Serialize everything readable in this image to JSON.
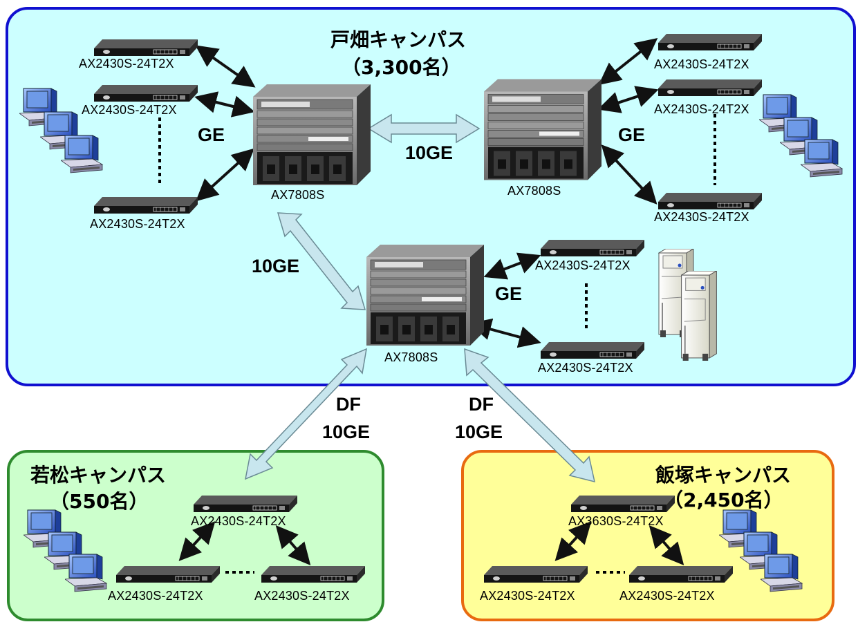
{
  "campuses": {
    "tobata": {
      "name": "戸畑キャンパス",
      "count": "（3,300名）",
      "color": "#1010d0",
      "fill": "#ccffff"
    },
    "wakamatsu": {
      "name": "若松キャンパス",
      "count": "（550名）",
      "color": "#2e8b2e",
      "fill": "#ccffcc"
    },
    "iizuka": {
      "name": "飯塚キャンパス",
      "count": "（2,450名）",
      "color": "#e86a10",
      "fill": "#ffff99"
    }
  },
  "core_switches": {
    "left": "AX7808S",
    "right": "AX7808S",
    "center": "AX7808S"
  },
  "edge_switches": {
    "tl1": "AX2430S-24T2X",
    "tl2": "AX2430S-24T2X",
    "tl3": "AX2430S-24T2X",
    "tr1": "AX2430S-24T2X",
    "tr2": "AX2430S-24T2X",
    "tr3": "AX2430S-24T2X",
    "c1": "AX2430S-24T2X",
    "c2": "AX2430S-24T2X",
    "w_top": "AX2430S-24T2X",
    "w_left": "AX2430S-24T2X",
    "w_right": "AX2430S-24T2X",
    "i_top": "AX3630S-24T2X",
    "i_left": "AX2430S-24T2X",
    "i_right": "AX2430S-24T2X"
  },
  "links": {
    "ge_left": "GE",
    "ge_right": "GE",
    "ge_center": "GE",
    "tengig_mid": "10GE",
    "tengig_left": "10GE",
    "df_left_1": "DF",
    "df_left_2": "10GE",
    "df_right_1": "DF",
    "df_right_2": "10GE"
  },
  "colors": {
    "link_10ge": "#c8e6ee",
    "link_10ge_stroke": "#6a8a94",
    "arrow_black": "#111111"
  }
}
